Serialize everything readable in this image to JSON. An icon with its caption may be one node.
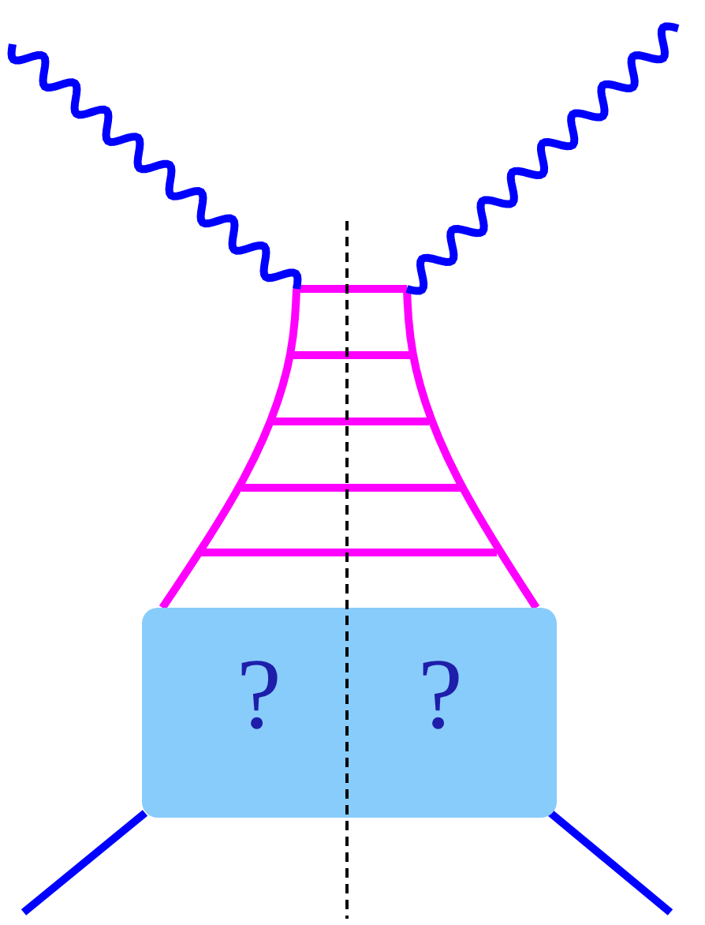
{
  "diagram": {
    "nodes": [
      {
        "text": [
          "?",
          "?"
        ]
      },
      {
        "text": [],
        "shape": "ladder"
      }
    ],
    "edges": [
      {
        "from": null,
        "to": 1,
        "arrow": "none"
      },
      {
        "from": null,
        "to": 1,
        "arrow": "none"
      },
      {
        "from": 0,
        "to": null,
        "arrow": "none"
      },
      {
        "from": 0,
        "to": null,
        "arrow": "none"
      }
    ]
  }
}
